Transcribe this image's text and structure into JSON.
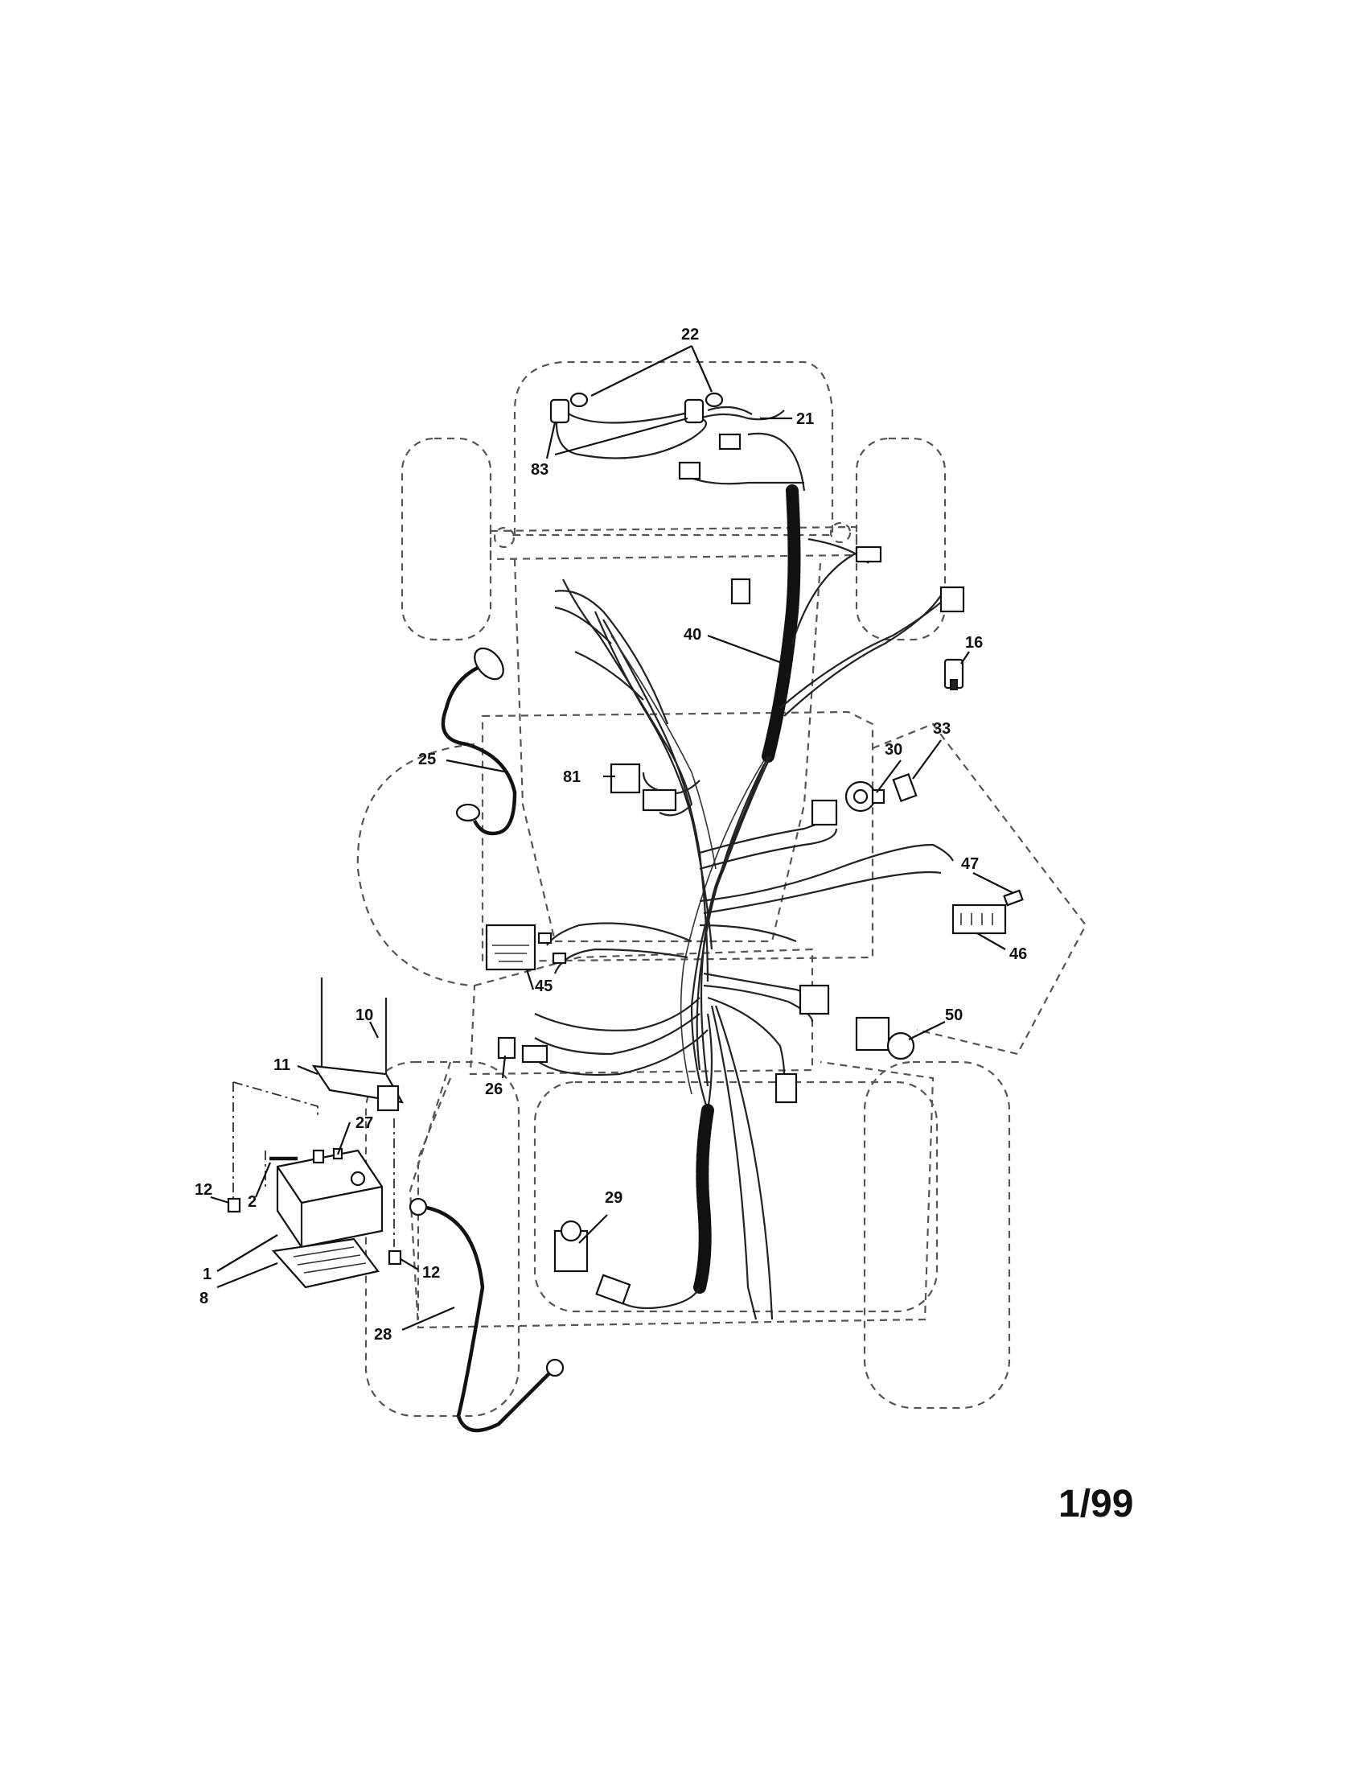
{
  "page_number": "1/99",
  "callouts": {
    "c1": "1",
    "c2": "2",
    "c8": "8",
    "c10": "10",
    "c11": "11",
    "c12a": "12",
    "c12b": "12",
    "c16": "16",
    "c21": "21",
    "c22": "22",
    "c25": "25",
    "c26": "26",
    "c27": "27",
    "c28": "28",
    "c29": "29",
    "c30": "30",
    "c33": "33",
    "c40": "40",
    "c45": "45",
    "c46": "46",
    "c47": "47",
    "c50": "50",
    "c81": "81",
    "c83": "83"
  }
}
